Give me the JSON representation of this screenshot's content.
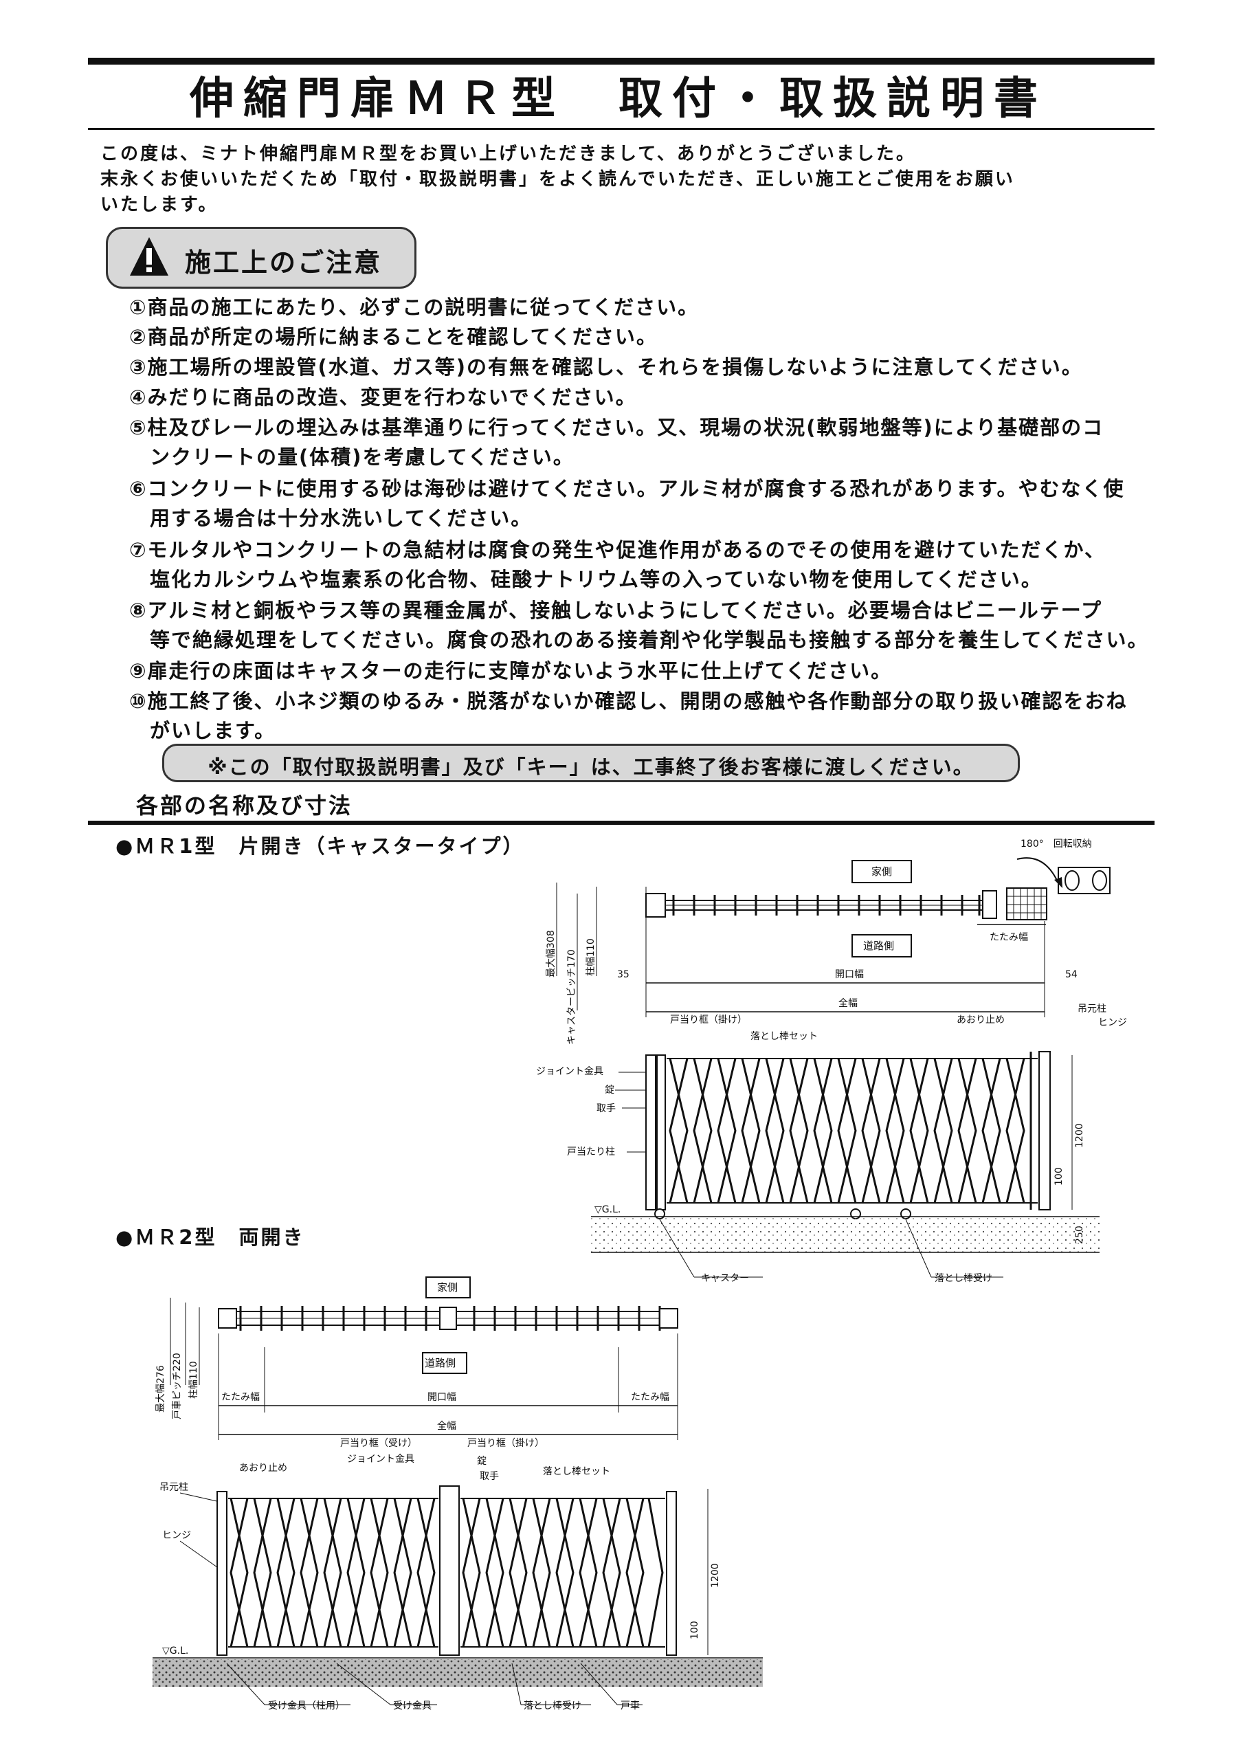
{
  "title": "伸縮門扉ＭＲ型　取付・取扱説明書",
  "intro": [
    "この度は、ミナト伸縮門扉ＭＲ型をお買い上げいただきまして、ありがとうございました。",
    "末永くお使いいただくため「取付・取扱説明書」をよく読んでいただき、正しい施工とご使用をお願い",
    "いたします。"
  ],
  "caution": {
    "icon": "warning-triangle-icon",
    "label": "施工上のご注意",
    "items": [
      "①商品の施工にあたり、必ずこの説明書に従ってください。",
      "②商品が所定の場所に納まることを確認してください。",
      "③施工場所の埋設管(水道、ガス等)の有無を確認し、それらを損傷しないように注意してください。",
      "④みだりに商品の改造、変更を行わないでください。",
      "⑤柱及びレールの埋込みは基準通りに行ってください。又、現場の状況(軟弱地盤等)により基礎部のコ",
      "ンクリートの量(体積)を考慮してください。",
      "⑥コンクリートに使用する砂は海砂は避けてください。アルミ材が腐食する恐れがあります。やむなく使",
      "用する場合は十分水洗いしてください。",
      "⑦モルタルやコンクリートの急結材は腐食の発生や促進作用があるのでその使用を避けていただくか、",
      "塩化カルシウムや塩素系の化合物、硅酸ナトリウム等の入っていない物を使用してください。",
      "⑧アルミ材と銅板やラス等の異種金属が、接触しないようにしてください。必要場合はビニールテープ",
      "等で絶縁処理をしてください。腐食の恐れのある接着剤や化学製品も接触する部分を養生してください。",
      "⑨扉走行の床面はキャスターの走行に支障がないよう水平に仕上げてください。",
      "⑩施工終了後、小ネジ類のゆるみ・脱落がないか確認し、開閉の感触や各作動部分の取り扱い確認をおね",
      "がいします。"
    ],
    "handover": "※この「取付取扱説明書」及び「キー」は、工事終了後お客様に渡しください。"
  },
  "section_title": "各部の名称及び寸法",
  "mr1": {
    "title": "●ＭＲ1型　片開き（キャスタータイプ）",
    "rotate": "180°　回転収納",
    "house_side": "家側",
    "road_side": "道路側",
    "fold_width": "たたみ幅",
    "opening_width": "開口幅",
    "total_width": "全幅",
    "dim_35": "35",
    "dim_54": "54",
    "max_width": "最大幅308",
    "caster_pitch": "キャスタービッチ170",
    "post_width": "柱幅110",
    "frame_hook": "戸当り框（掛け）",
    "drop_rod_set": "落とし棒セット",
    "swing_stop": "あおり止め",
    "hinge_post": "吊元柱",
    "hinge": "ヒンジ",
    "joint": "ジョイント金具",
    "lock": "錠",
    "handle": "取手",
    "stop_post": "戸当たり柱",
    "dim_1200": "1200",
    "dim_100": "100",
    "dim_250": "250",
    "gl": "▽G.L.",
    "caster": "キャスター",
    "drop_rod_receiver": "落とし棒受け"
  },
  "mr2": {
    "title": "●ＭＲ2型　両開き",
    "house_side": "家側",
    "road_side": "道路側",
    "fold_width_left": "たたみ幅",
    "fold_width_right": "たたみ幅",
    "opening_width": "開口幅",
    "total_width": "全幅",
    "max_width": "最大幅276",
    "wheel_pitch": "戸車ピッチ220",
    "post_width": "柱幅110",
    "frame_receive": "戸当り框（受け）",
    "frame_hook": "戸当り框（掛け）",
    "joint": "ジョイント金具",
    "lock": "錠",
    "handle": "取手",
    "drop_rod_set": "落とし棒セット",
    "swing_stop": "あおり止め",
    "hinge_post": "吊元柱",
    "hinge": "ヒンジ",
    "dim_1200": "1200",
    "dim_100": "100",
    "gl": "▽G.L.",
    "receiver_post": "受け金具（柱用）",
    "receiver": "受け金具",
    "drop_rod_receiver": "落とし棒受け",
    "wheel": "戸車"
  }
}
